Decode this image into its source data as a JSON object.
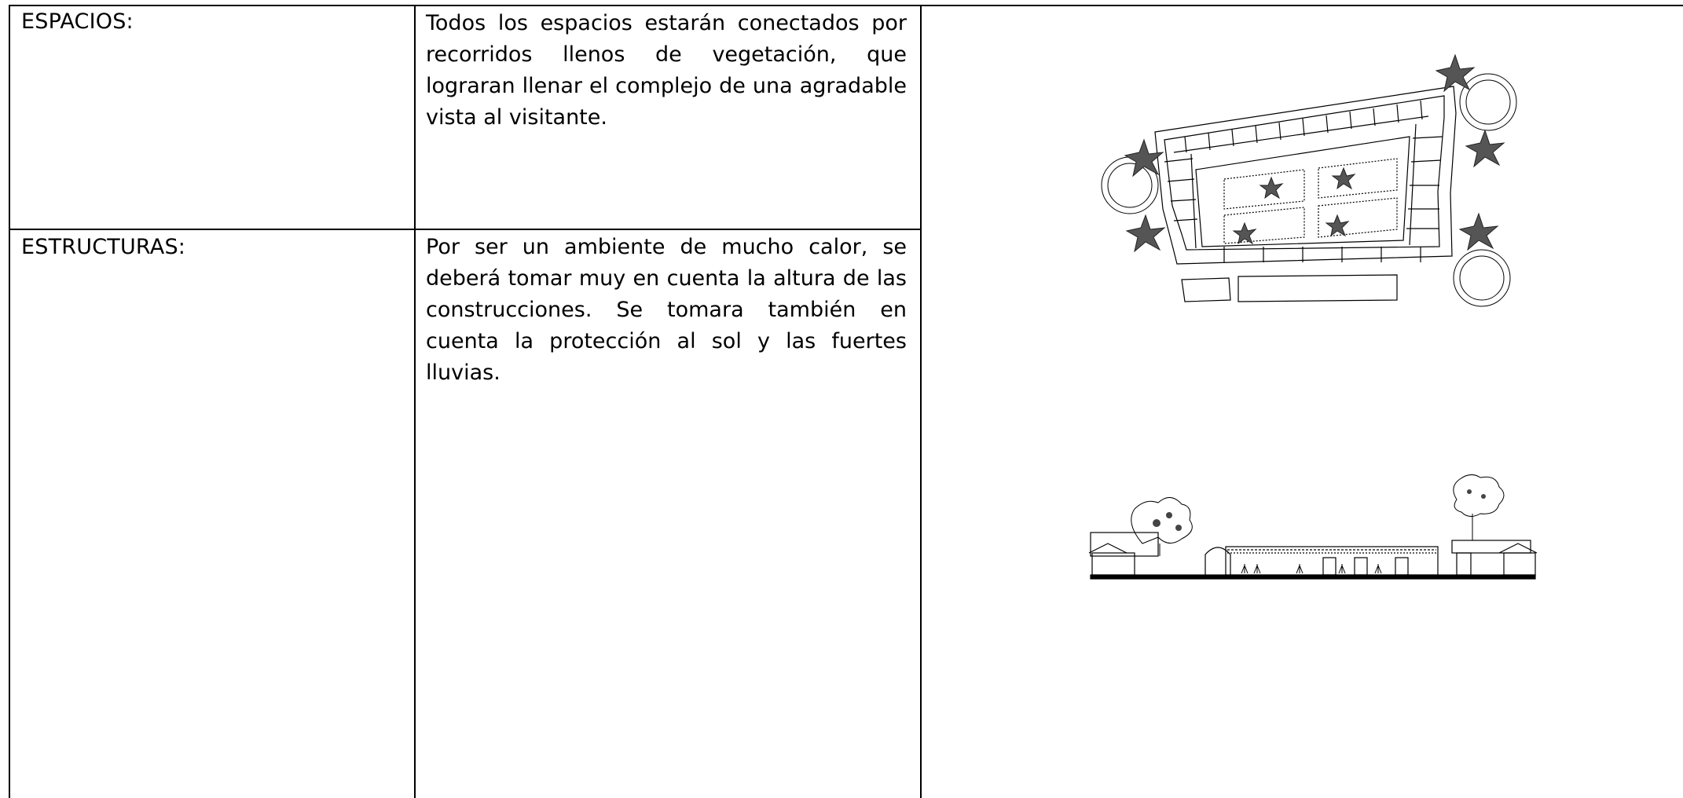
{
  "rows": [
    {
      "label": "ESPACIOS:",
      "text": "Todos los espacios estarán conectados por recorridos llenos de vegetación, que lograran llenar el complejo de una agradable vista al visitante."
    },
    {
      "label": "ESTRUCTURAS:",
      "text": "Por ser un ambiente de mucho calor, se deberá tomar muy en cuenta la altura de las construcciones.   Se tomara también en cuenta la protección al sol y las fuertes lluvias."
    }
  ],
  "figures": {
    "plan_icon": "site-plan-drawing",
    "section_icon": "section-elevation-drawing"
  }
}
